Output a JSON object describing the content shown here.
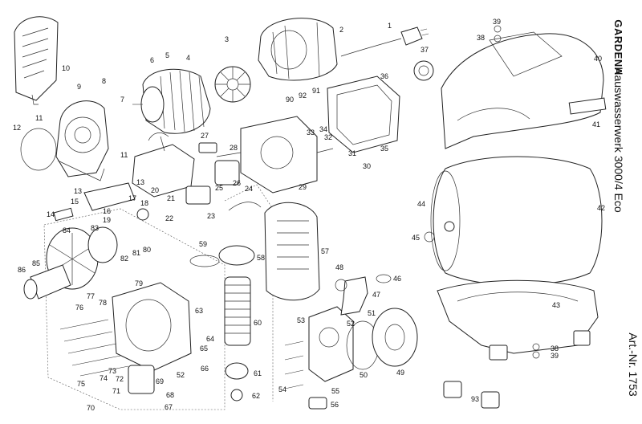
{
  "document": {
    "brand": "GARDENA",
    "product": "Hauswasserwerk 3000/4 Eco",
    "article_number": "Art.-Nr. 1753"
  },
  "diagram": {
    "type": "exploded-parts-diagram",
    "callouts": [
      {
        "id": "c1",
        "label": "1"
      },
      {
        "id": "c2",
        "label": "2"
      },
      {
        "id": "c3",
        "label": "3"
      },
      {
        "id": "c4",
        "label": "4"
      },
      {
        "id": "c5",
        "label": "5"
      },
      {
        "id": "c6",
        "label": "6"
      },
      {
        "id": "c7",
        "label": "7"
      },
      {
        "id": "c8",
        "label": "8"
      },
      {
        "id": "c9",
        "label": "9"
      },
      {
        "id": "c10",
        "label": "10"
      },
      {
        "id": "c11a",
        "label": "11"
      },
      {
        "id": "c11b",
        "label": "11"
      },
      {
        "id": "c12",
        "label": "12"
      },
      {
        "id": "c13a",
        "label": "13"
      },
      {
        "id": "c13b",
        "label": "13"
      },
      {
        "id": "c14",
        "label": "14"
      },
      {
        "id": "c15",
        "label": "15"
      },
      {
        "id": "c16",
        "label": "16"
      },
      {
        "id": "c17",
        "label": "17"
      },
      {
        "id": "c18",
        "label": "18"
      },
      {
        "id": "c19",
        "label": "19"
      },
      {
        "id": "c20",
        "label": "20"
      },
      {
        "id": "c21",
        "label": "21"
      },
      {
        "id": "c22",
        "label": "22"
      },
      {
        "id": "c23",
        "label": "23"
      },
      {
        "id": "c24",
        "label": "24"
      },
      {
        "id": "c25",
        "label": "25"
      },
      {
        "id": "c26",
        "label": "26"
      },
      {
        "id": "c27",
        "label": "27"
      },
      {
        "id": "c28",
        "label": "28"
      },
      {
        "id": "c29",
        "label": "29"
      },
      {
        "id": "c30",
        "label": "30"
      },
      {
        "id": "c31",
        "label": "31"
      },
      {
        "id": "c32",
        "label": "32"
      },
      {
        "id": "c33",
        "label": "33"
      },
      {
        "id": "c34",
        "label": "34"
      },
      {
        "id": "c35",
        "label": "35"
      },
      {
        "id": "c36",
        "label": "36"
      },
      {
        "id": "c37",
        "label": "37"
      },
      {
        "id": "c38a",
        "label": "38"
      },
      {
        "id": "c38b",
        "label": "38"
      },
      {
        "id": "c39a",
        "label": "39"
      },
      {
        "id": "c39b",
        "label": "39"
      },
      {
        "id": "c40",
        "label": "40"
      },
      {
        "id": "c41",
        "label": "41"
      },
      {
        "id": "c42",
        "label": "42"
      },
      {
        "id": "c43",
        "label": "43"
      },
      {
        "id": "c44",
        "label": "44"
      },
      {
        "id": "c45",
        "label": "45"
      },
      {
        "id": "c46",
        "label": "46"
      },
      {
        "id": "c47",
        "label": "47"
      },
      {
        "id": "c48",
        "label": "48"
      },
      {
        "id": "c49",
        "label": "49"
      },
      {
        "id": "c50",
        "label": "50"
      },
      {
        "id": "c51",
        "label": "51"
      },
      {
        "id": "c52a",
        "label": "52"
      },
      {
        "id": "c52b",
        "label": "52"
      },
      {
        "id": "c53",
        "label": "53"
      },
      {
        "id": "c54",
        "label": "54"
      },
      {
        "id": "c55",
        "label": "55"
      },
      {
        "id": "c56",
        "label": "56"
      },
      {
        "id": "c57",
        "label": "57"
      },
      {
        "id": "c58",
        "label": "58"
      },
      {
        "id": "c59",
        "label": "59"
      },
      {
        "id": "c60",
        "label": "60"
      },
      {
        "id": "c61",
        "label": "61"
      },
      {
        "id": "c62",
        "label": "62"
      },
      {
        "id": "c63",
        "label": "63"
      },
      {
        "id": "c64",
        "label": "64"
      },
      {
        "id": "c65",
        "label": "65"
      },
      {
        "id": "c66",
        "label": "66"
      },
      {
        "id": "c67",
        "label": "67"
      },
      {
        "id": "c68",
        "label": "68"
      },
      {
        "id": "c69",
        "label": "69"
      },
      {
        "id": "c70",
        "label": "70"
      },
      {
        "id": "c71",
        "label": "71"
      },
      {
        "id": "c72",
        "label": "72"
      },
      {
        "id": "c73",
        "label": "73"
      },
      {
        "id": "c74",
        "label": "74"
      },
      {
        "id": "c75",
        "label": "75"
      },
      {
        "id": "c76",
        "label": "76"
      },
      {
        "id": "c77",
        "label": "77"
      },
      {
        "id": "c78",
        "label": "78"
      },
      {
        "id": "c79",
        "label": "79"
      },
      {
        "id": "c80",
        "label": "80"
      },
      {
        "id": "c81",
        "label": "81"
      },
      {
        "id": "c82",
        "label": "82"
      },
      {
        "id": "c83",
        "label": "83"
      },
      {
        "id": "c84",
        "label": "84"
      },
      {
        "id": "c85",
        "label": "85"
      },
      {
        "id": "c86",
        "label": "86"
      },
      {
        "id": "c90",
        "label": "90"
      },
      {
        "id": "c91",
        "label": "91"
      },
      {
        "id": "c92",
        "label": "92"
      },
      {
        "id": "c93",
        "label": "93"
      }
    ]
  }
}
